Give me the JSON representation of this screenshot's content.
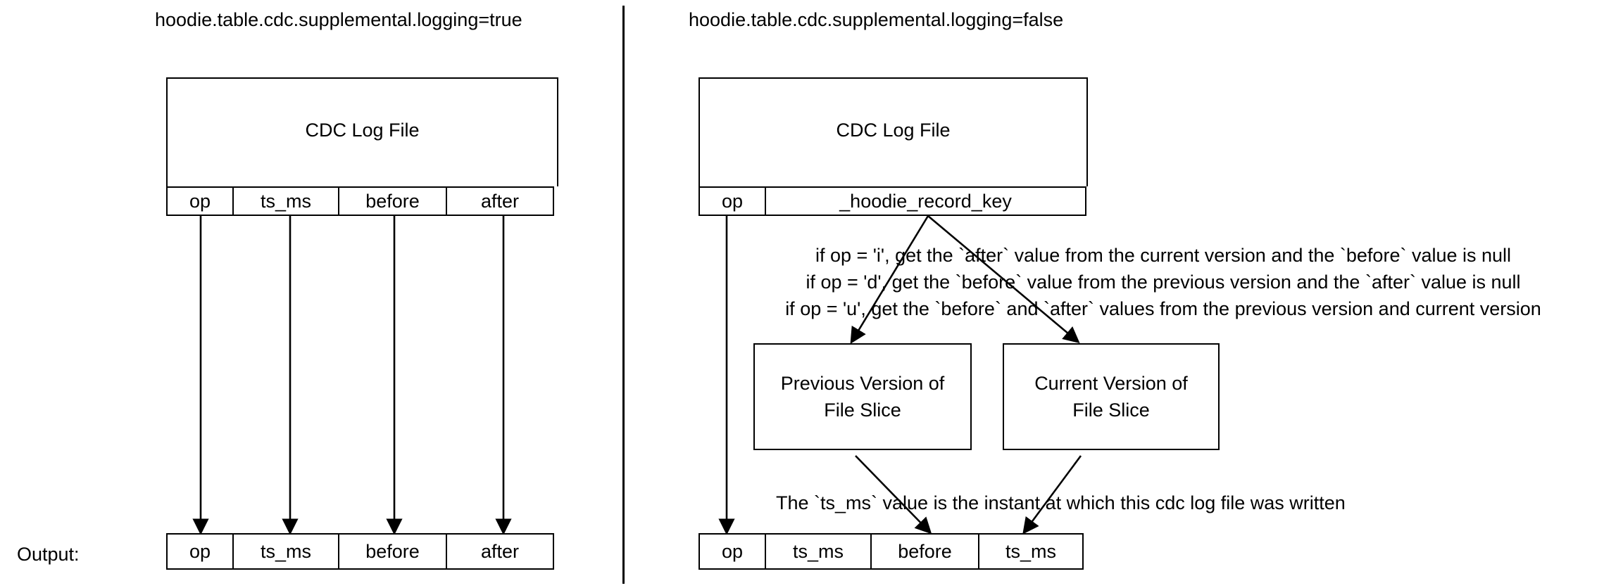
{
  "panels": {
    "left": {
      "title": "hoodie.table.cdc.supplemental.logging=true",
      "log_file": {
        "label": "CDC Log File",
        "columns": [
          "op",
          "ts_ms",
          "before",
          "after"
        ]
      },
      "output": {
        "label": "Output:",
        "columns": [
          "op",
          "ts_ms",
          "before",
          "after"
        ]
      }
    },
    "right": {
      "title": "hoodie.table.cdc.supplemental.logging=false",
      "log_file": {
        "label": "CDC Log File",
        "columns": [
          "op",
          "_hoodie_record_key"
        ]
      },
      "version_boxes": [
        {
          "line1": "Previous Version of",
          "line2": "File Slice"
        },
        {
          "line1": "Current Version of",
          "line2": "File Slice"
        }
      ],
      "rules": [
        "if op = 'i', get the `after` value from the current version and the `before` value is null",
        "if op = 'd', get the `before` value from the previous version  and the `after` value is null",
        "if op = 'u', get the `before` and `after` values from the previous version and current version"
      ],
      "ts_note": "The `ts_ms` value is the instant at which this cdc log file was written",
      "output": {
        "columns": [
          "op",
          "ts_ms",
          "before",
          "ts_ms"
        ]
      }
    }
  },
  "colors": {
    "stroke": "#000000",
    "background": "#ffffff",
    "text": "#000000"
  }
}
